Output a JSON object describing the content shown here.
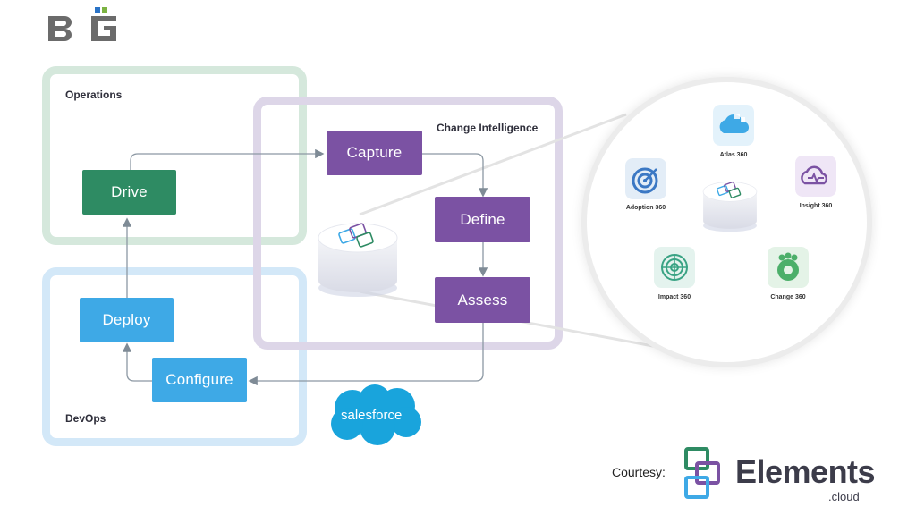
{
  "brand": {
    "logo_text": "BG"
  },
  "regions": {
    "operations": "Operations",
    "devops": "DevOps",
    "change_intelligence": "Change Intelligence"
  },
  "nodes": {
    "drive": "Drive",
    "deploy": "Deploy",
    "configure": "Configure",
    "capture": "Capture",
    "define": "Define",
    "assess": "Assess"
  },
  "products": {
    "atlas": "Atlas 360",
    "adoption": "Adoption 360",
    "insight": "Insight 360",
    "impact": "Impact 360",
    "change": "Change 360"
  },
  "salesforce_label": "salesforce",
  "footer": {
    "courtesy": "Courtesy:",
    "elements_word": "Elements",
    "cloud_word": ".cloud"
  },
  "colors": {
    "operations_node": "#2e8b63",
    "change_node": "#7b52a3",
    "devops_node": "#3ea9e6",
    "salesforce": "#19a4dc"
  },
  "icons": {
    "brand_logo": "bg-logo-icon",
    "product_cylinder": "cylinder-icon",
    "salesforce": "salesforce-cloud-icon",
    "elements_logo": "elements-logo-icon"
  }
}
